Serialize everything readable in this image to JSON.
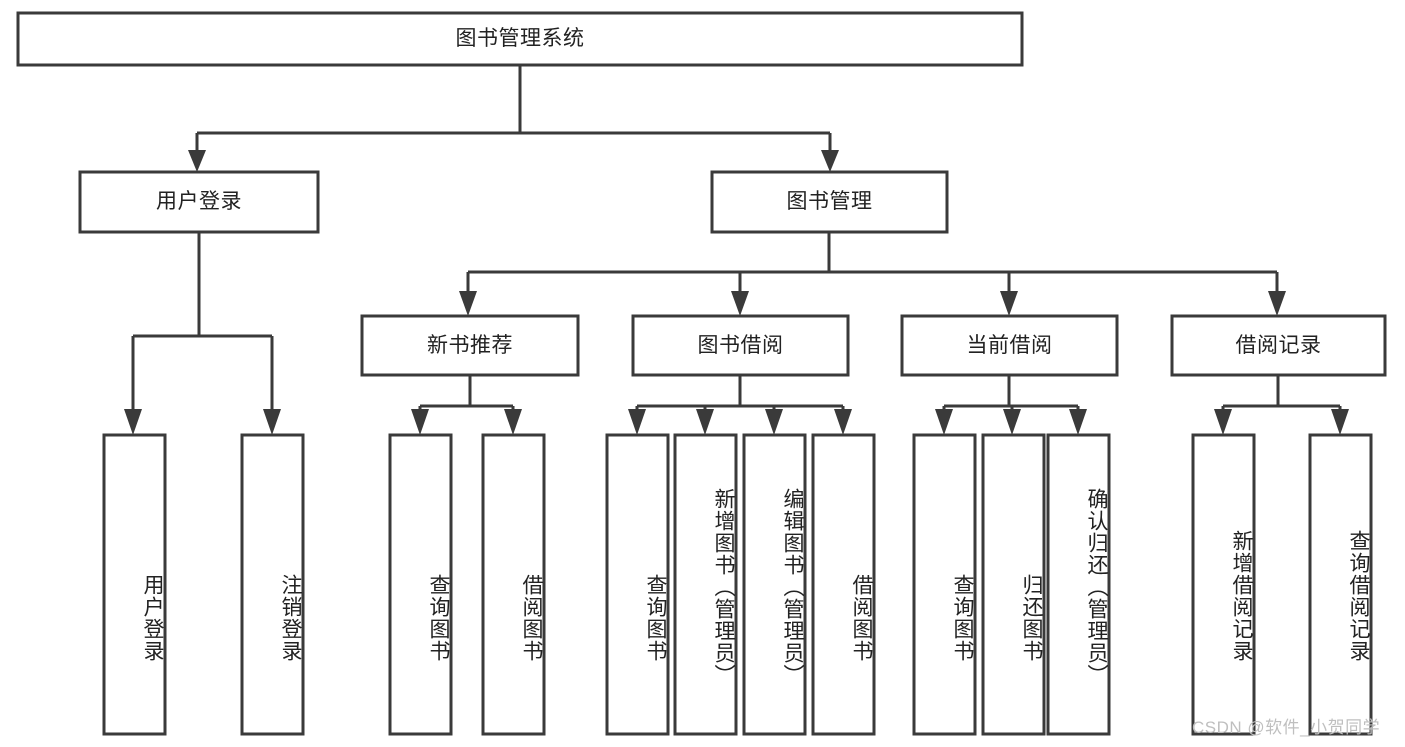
{
  "diagram": {
    "title": "图书管理系统",
    "type": "tree-hierarchy",
    "root": {
      "id": "root",
      "label": "图书管理系统"
    },
    "level2": [
      {
        "id": "user-login",
        "label": "用户登录"
      },
      {
        "id": "book-manage",
        "label": "图书管理"
      }
    ],
    "level3": [
      {
        "id": "new-book-recommend",
        "label": "新书推荐",
        "parent": "book-manage"
      },
      {
        "id": "book-borrow",
        "label": "图书借阅",
        "parent": "book-manage"
      },
      {
        "id": "current-borrow",
        "label": "当前借阅",
        "parent": "book-manage"
      },
      {
        "id": "borrow-record",
        "label": "借阅记录",
        "parent": "book-manage"
      }
    ],
    "leaves": {
      "user-login": [
        {
          "id": "leaf-user-login",
          "label": "用户登录"
        },
        {
          "id": "leaf-user-logout",
          "label": "注销登录"
        }
      ],
      "new-book-recommend": [
        {
          "id": "leaf-query-book-1",
          "label": "查询图书"
        },
        {
          "id": "leaf-borrow-book-1",
          "label": "借阅图书"
        }
      ],
      "book-borrow": [
        {
          "id": "leaf-query-book-2",
          "label": "查询图书"
        },
        {
          "id": "leaf-add-book",
          "label": "新增图书（管理员）"
        },
        {
          "id": "leaf-edit-book",
          "label": "编辑图书（管理员）"
        },
        {
          "id": "leaf-borrow-book-2",
          "label": "借阅图书"
        }
      ],
      "current-borrow": [
        {
          "id": "leaf-query-book-3",
          "label": "查询图书"
        },
        {
          "id": "leaf-return-book",
          "label": "归还图书"
        },
        {
          "id": "leaf-confirm-return",
          "label": "确认归还（管理员）"
        }
      ],
      "borrow-record": [
        {
          "id": "leaf-add-record",
          "label": "新增借阅记录"
        },
        {
          "id": "leaf-query-record",
          "label": "查询借阅记录"
        }
      ]
    }
  },
  "watermark": {
    "text": "CSDN @软件_小贺同学"
  },
  "colors": {
    "stroke": "#3a3a3a",
    "fill": "#ffffff",
    "text": "#222222",
    "watermark": "#bfbfbf"
  }
}
